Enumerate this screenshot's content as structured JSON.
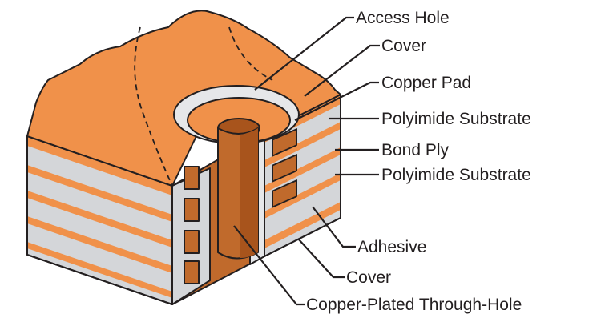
{
  "diagram": {
    "labels": {
      "access_hole": "Access Hole",
      "cover_top": "Cover",
      "copper_pad": "Copper Pad",
      "polyimide_substrate_top": "Polyimide Substrate",
      "bond_ply": "Bond Ply",
      "polyimide_substrate_bottom": "Polyimide Substrate",
      "adhesive": "Adhesive",
      "cover_bottom": "Cover",
      "through_hole": "Copper-Plated Through-Hole"
    },
    "colors": {
      "copper": "#f0914a",
      "copper_dark": "#c06a2c",
      "copper_shadow": "#a8541c",
      "substrate": "#d4d6d9",
      "substrate_light": "#e6e7e9",
      "outline": "#231f20"
    }
  }
}
